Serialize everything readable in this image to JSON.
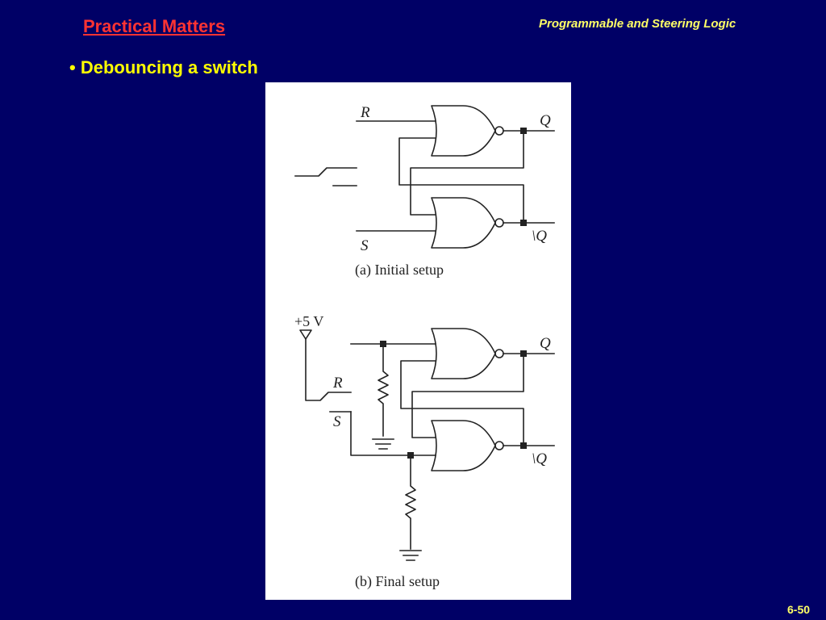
{
  "header": {
    "slide_title": "Practical Matters",
    "course_title": "Programmable and Steering Logic"
  },
  "bullet": {
    "marker": "•",
    "text": "Debouncing a switch"
  },
  "figure": {
    "initial": {
      "label_r": "R",
      "label_s": "S",
      "label_q": "Q",
      "label_q_bar": "\\Q",
      "caption": "(a) Initial setup"
    },
    "final": {
      "label_supply": "+5 V",
      "label_r": "R",
      "label_s": "S",
      "label_q": "Q",
      "label_q_bar": "\\Q",
      "caption": "(b) Final setup"
    }
  },
  "footer": {
    "slide_number": "6-50"
  },
  "colors": {
    "background": "#000066",
    "title": "#ff3333",
    "course_title": "#ffff66",
    "bullet": "#ffff00",
    "slide_number": "#ffff66",
    "figure_background": "#ffffff",
    "wire": "#222222"
  }
}
